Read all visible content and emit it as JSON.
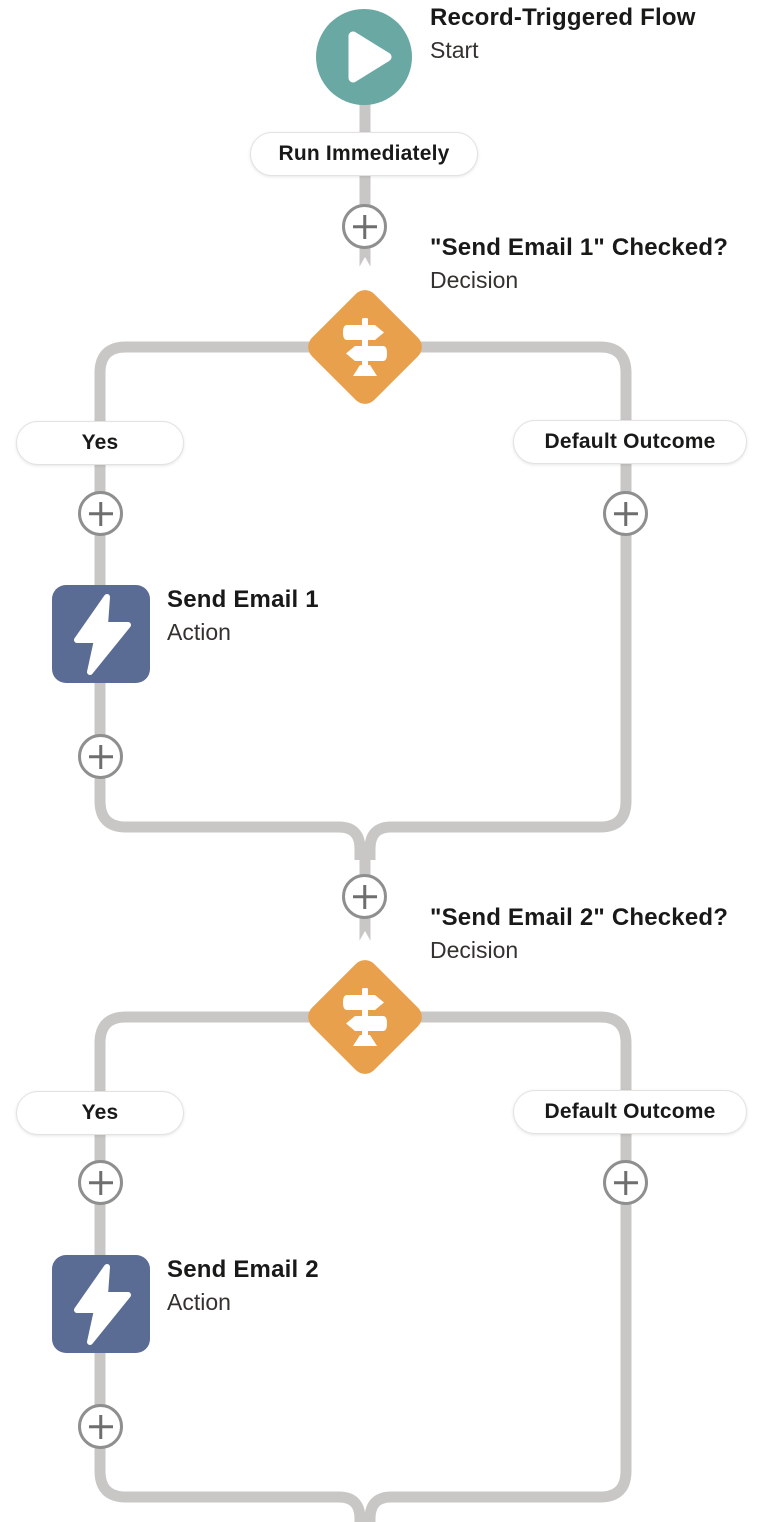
{
  "flow": {
    "start": {
      "title": "Record-Triggered Flow",
      "subtitle": "Start",
      "trigger_label": "Run Immediately"
    },
    "decisions": [
      {
        "title": "\"Send Email 1\" Checked?",
        "subtitle": "Decision",
        "outcomes": [
          "Yes",
          "Default Outcome"
        ]
      },
      {
        "title": "\"Send Email 2\" Checked?",
        "subtitle": "Decision",
        "outcomes": [
          "Yes",
          "Default Outcome"
        ]
      }
    ],
    "actions": [
      {
        "title": "Send Email 1",
        "subtitle": "Action"
      },
      {
        "title": "Send Email 2",
        "subtitle": "Action"
      }
    ]
  },
  "icons": {
    "start": "play-icon",
    "decision": "signpost-icon",
    "action": "lightning-bolt-icon",
    "connector_add": "plus-icon"
  },
  "colors": {
    "start_teal": "#6AA8A4",
    "decision_orange": "#E8A04C",
    "action_navy": "#5A6B94",
    "connector_gray": "#C9C7C5",
    "plus_border": "#8F8F8F",
    "plus_glyph": "#6E6E6E",
    "pill_border": "#E4E2E0",
    "title_color": "#191918",
    "subtitle_color": "#34322F"
  }
}
